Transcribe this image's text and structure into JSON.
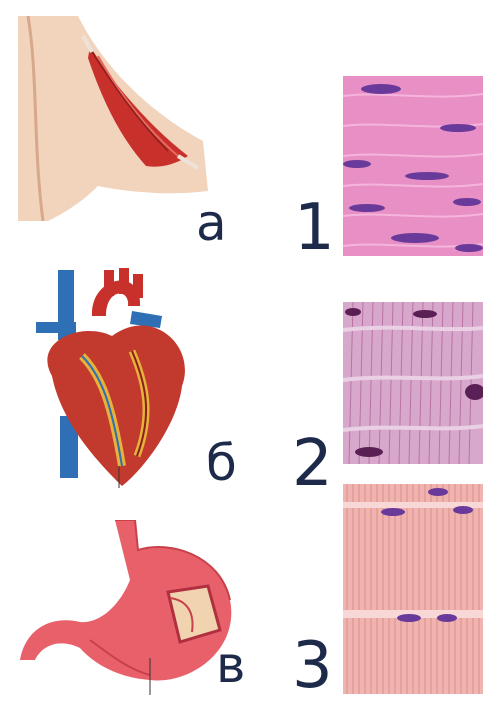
{
  "organs": [
    {
      "label": "а",
      "icon": "arm-muscle-illustration"
    },
    {
      "label": "б",
      "icon": "heart-illustration"
    },
    {
      "label": "в",
      "icon": "stomach-illustration"
    }
  ],
  "tissues": [
    {
      "label": "1",
      "icon": "smooth-muscle-tissue-micrograph"
    },
    {
      "label": "2",
      "icon": "cardiac-muscle-tissue-micrograph"
    },
    {
      "label": "3",
      "icon": "skeletal-muscle-tissue-micrograph"
    }
  ],
  "colors": {
    "label": "#1d2a4a",
    "skin": "#f0d0b8",
    "muscle": "#c8302c",
    "heart": "#c23a2e",
    "vessel_blue": "#2f6fb5",
    "stomach": "#e8606a",
    "smooth_tissue": "#e88fc6",
    "cardiac_tissue": "#d8a8cc",
    "skeletal_tissue": "#f0b4b0",
    "nucleus": "#6a3a9a"
  }
}
